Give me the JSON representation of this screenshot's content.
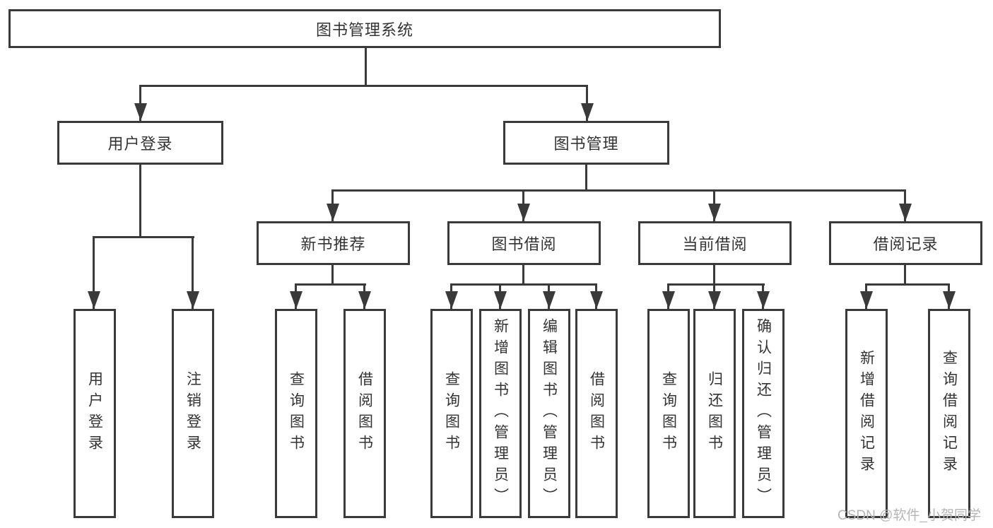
{
  "colors": {
    "line": "#3a3a3a",
    "text": "#333333",
    "watermark_text": "#b5b5b5",
    "background": "#ffffff"
  },
  "root": {
    "label": "图书管理系统"
  },
  "level2": {
    "user_login": {
      "label": "用户登录"
    },
    "book_management": {
      "label": "图书管理"
    }
  },
  "level3": {
    "new_books": {
      "label": "新书推荐"
    },
    "book_borrow": {
      "label": "图书借阅"
    },
    "current_borrow": {
      "label": "当前借阅"
    },
    "borrow_records": {
      "label": "借阅记录"
    }
  },
  "leaves": {
    "user_login": [
      "用户登录",
      "注销登录"
    ],
    "new_books": [
      "查询图书",
      "借阅图书"
    ],
    "book_borrow": [
      "查询图书",
      "新增图书（管理员）",
      "编辑图书（管理员）",
      "借阅图书"
    ],
    "current_borrow": [
      "查询图书",
      "归还图书",
      "确认归还（管理员）"
    ],
    "borrow_records": [
      "新增借阅记录",
      "查询借阅记录"
    ]
  },
  "watermark": "CSDN @软件_小贺同学"
}
